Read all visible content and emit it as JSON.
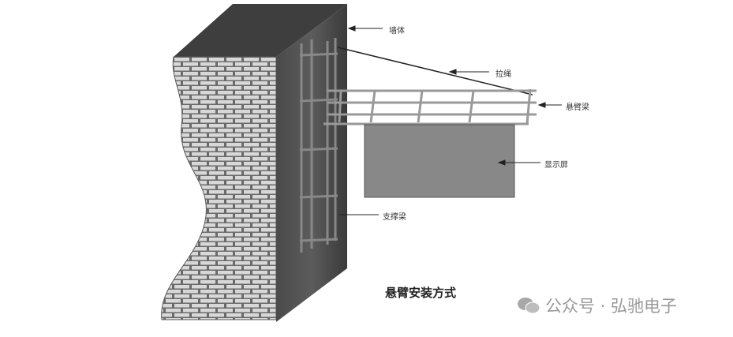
{
  "labels": {
    "wall": "墙体",
    "cable": "拉绳",
    "cantilever_beam": "悬臂梁",
    "display": "显示屏",
    "support_beam": "支撑梁"
  },
  "title": "悬臂安装方式",
  "watermark": "公众号 · 弘驰电子"
}
